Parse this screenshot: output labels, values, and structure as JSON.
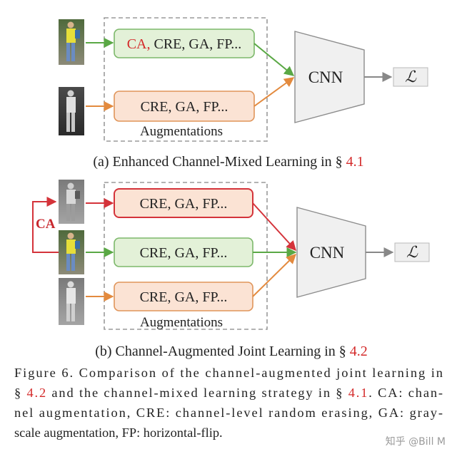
{
  "panel_a": {
    "green_box": {
      "prefix": "CA,",
      "rest": " CRE, GA, FP..."
    },
    "orange_box": "CRE, GA, FP...",
    "group_label": "Augmentations",
    "network": "CNN",
    "loss": "ℒ",
    "caption_prefix": "(a) Enhanced Channel-Mixed Learning in § ",
    "caption_ref": "4.1"
  },
  "panel_b": {
    "red_box": "CRE, GA, FP...",
    "green_box": "CRE, GA, FP...",
    "orange_box": "CRE, GA, FP...",
    "ca_label": "CA",
    "group_label": "Augmentations",
    "network": "CNN",
    "loss": "ℒ",
    "caption_prefix": "(b) Channel-Augmented Joint Learning in § ",
    "caption_ref": "4.2"
  },
  "caption": {
    "line1": "Figure 6. Comparison of the channel-augmented joint learning in",
    "line2_a": "§ ",
    "line2_ref1": "4.2",
    "line2_b": " and the channel-mixed learning strategy in § ",
    "line2_ref2": "4.1",
    "line2_c": ". CA: chan-",
    "line3": "nel augmentation, CRE: channel-level random erasing, GA: gray-",
    "line4": "scale augmentation, FP: horizontal-flip."
  },
  "watermark": "知乎 @Bill M",
  "colors": {
    "green_stroke": "#7cb86a",
    "green_fill": "#e3f1d8",
    "orange_stroke": "#e0955a",
    "orange_fill": "#fbe3d4",
    "red_stroke": "#d4333a",
    "arrow_green": "#5aa845",
    "arrow_orange": "#e38a3e",
    "arrow_red": "#d4333a",
    "gray": "#888888",
    "cnn_fill": "#f0f0f0",
    "ref_red": "#d42a2a"
  }
}
